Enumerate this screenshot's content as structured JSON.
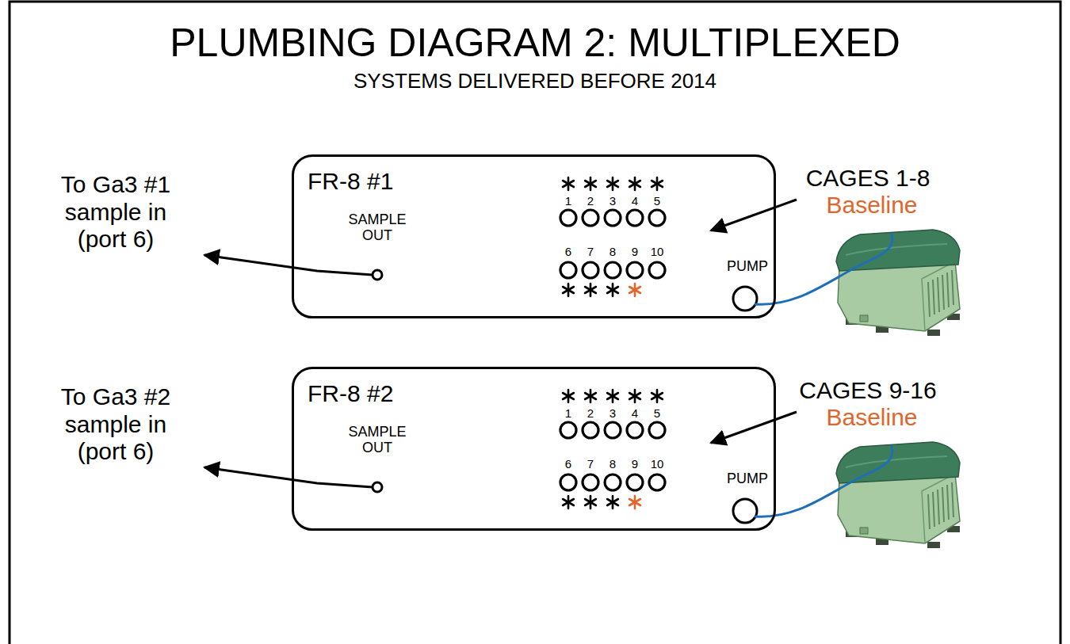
{
  "diagram": {
    "title": "PLUMBING DIAGRAM 2: MULTIPLEXED",
    "nodes": [
      {
        "text": [
          "FR-8 #1",
          "SAMPLE OUT",
          "1",
          "2",
          "3",
          "4",
          "5",
          "6",
          "7",
          "8",
          "9",
          "10",
          "PUMP"
        ]
      },
      {
        "text": [
          "FR-8 #2",
          "SAMPLE OUT",
          "1",
          "2",
          "3",
          "4",
          "5",
          "6",
          "7",
          "8",
          "9",
          "10",
          "PUMP"
        ]
      }
    ],
    "labels": [
      "SYSTEMS DELIVERED BEFORE 2014",
      "To Ga3 #1 sample in (port 6)",
      "CAGES 1-8",
      "Baseline",
      "To Ga3 #2 sample in (port 6)",
      "CAGES 9-16",
      "Baseline"
    ]
  }
}
